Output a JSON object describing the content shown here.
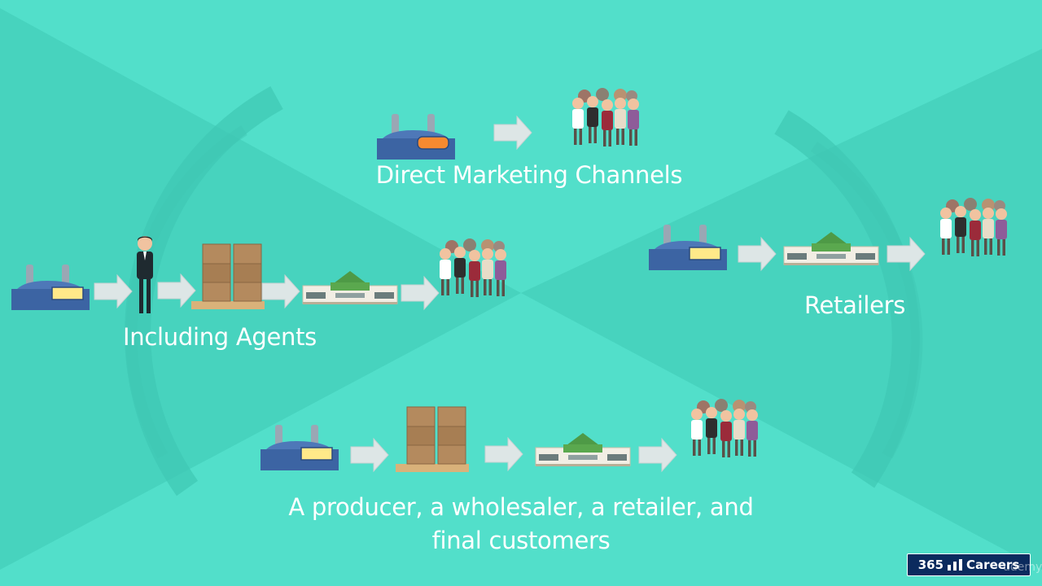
{
  "captions": {
    "direct": "Direct Marketing Channels",
    "agents": "Including Agents",
    "retailers": "Retailers",
    "full_line1": "A producer, a wholesaler, a retailer, and",
    "full_line2": "final customers"
  },
  "logo": {
    "number": "365",
    "word": "Careers"
  },
  "watermark": "udemy",
  "colors": {
    "background": "#52dfca",
    "factory": "#3c64a3",
    "factory_screen": "#ffe989",
    "factory_screen_alt": "#f78a30",
    "arrow": "#dde6e6",
    "box": "#b48a5e",
    "logo_bg": "#0b2b5e"
  },
  "icons": [
    "factory-icon",
    "arrow-icon",
    "agent-icon",
    "boxes-icon",
    "store-icon",
    "customers-icon"
  ]
}
